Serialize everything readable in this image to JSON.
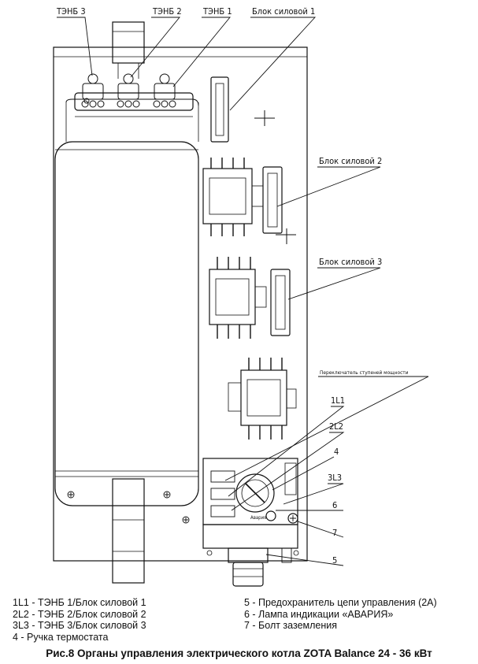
{
  "callouts": {
    "tenb3": "ТЭНБ 3",
    "tenb2": "ТЭНБ 2",
    "tenb1": "ТЭНБ 1",
    "block1": "Блок силовой 1",
    "block2": "Блок силовой 2",
    "block3": "Блок силовой 3",
    "switch": "Переключатель ступеней мощности",
    "n1L1": "1L1",
    "n2L2": "2L2",
    "n4": "4",
    "n3L3": "3L3",
    "n6": "6",
    "n7": "7",
    "n5": "5",
    "lamp_label": "Авария"
  },
  "legend_left": [
    "1L1 -  ТЭНБ 1/Блок силовой 1",
    "2L2 - ТЭНБ 2/Блок силовой 2",
    "3L3 - ТЭНБ 3/Блок силовой 3",
    "4 - Ручка термостата"
  ],
  "legend_right": [
    "5 - Предохранитель цепи управления (2А)",
    "6 - Лампа индикации «АВАРИЯ»",
    "7 - Болт заземления"
  ],
  "caption": "Рис.8 Органы управления электрического котла ZOTA Balance 24 - 36 кВт"
}
